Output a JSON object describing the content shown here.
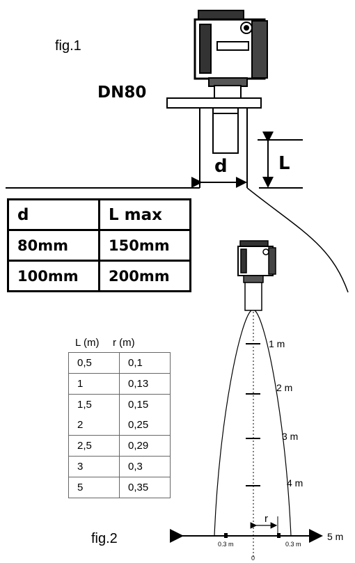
{
  "fig1_label": "fig.1",
  "fig2_label": "fig.2",
  "flange_label": "DN80",
  "dim_d": "d",
  "dim_L": "L",
  "table1": {
    "headers": [
      "d",
      "L max"
    ],
    "rows": [
      [
        "80mm",
        "150mm"
      ],
      [
        "100mm",
        "200mm"
      ]
    ]
  },
  "table2": {
    "headers": [
      "L (m)",
      "r (m)"
    ],
    "rows": [
      [
        "0,5",
        "0,1"
      ],
      [
        "1",
        "0,13"
      ],
      [
        "1,5",
        "0,15"
      ],
      [
        "2",
        "0,25"
      ],
      [
        "2,5",
        "0,29"
      ],
      [
        "3",
        "0,3"
      ],
      [
        "5",
        "0,35"
      ]
    ]
  },
  "beam": {
    "distances": [
      "1 m",
      "2 m",
      "3 m",
      "4 m",
      "5 m"
    ],
    "radius_label": "r",
    "offset_left": "0.3 m",
    "offset_right": "0.3 m",
    "origin": "0"
  }
}
